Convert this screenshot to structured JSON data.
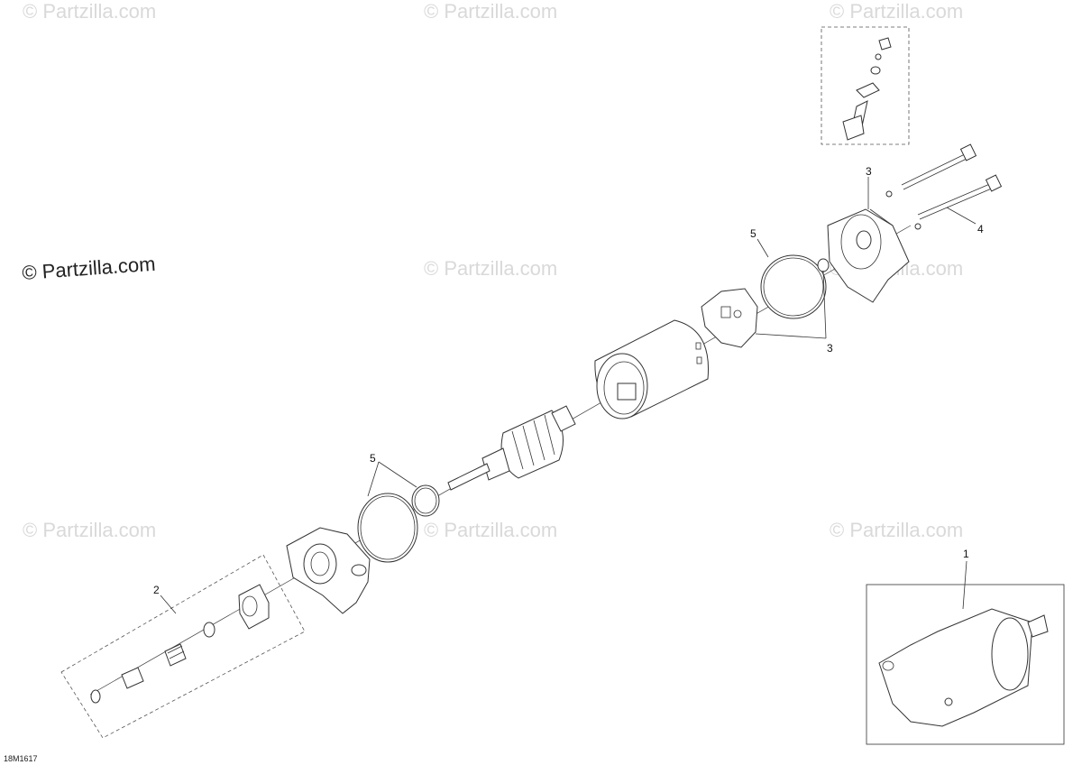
{
  "watermark": {
    "text": "© Partzilla.com"
  },
  "main_watermark": {
    "text": "© Partzilla.com"
  },
  "diagram_code": "18M1617",
  "callouts": {
    "c1": "1",
    "c2": "2",
    "c3_top": "3",
    "c3_mid": "3",
    "c4": "4",
    "c5_left": "5",
    "c5_right": "5"
  }
}
